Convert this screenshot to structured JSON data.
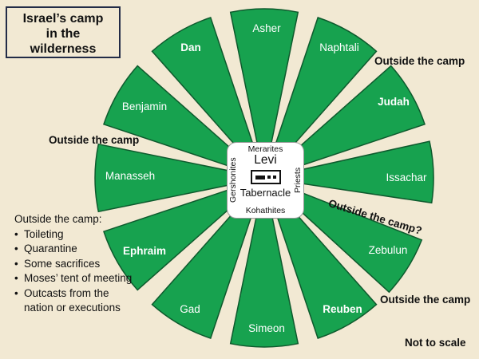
{
  "title": {
    "lines": [
      "Israel’s camp",
      "in the",
      "wilderness"
    ]
  },
  "tribes": [
    {
      "name": "Asher",
      "bold": false
    },
    {
      "name": "Naphtali",
      "bold": false
    },
    {
      "name": "Judah",
      "bold": true
    },
    {
      "name": "Issachar",
      "bold": false
    },
    {
      "name": "Zebulun",
      "bold": false
    },
    {
      "name": "Reuben",
      "bold": true
    },
    {
      "name": "Simeon",
      "bold": false
    },
    {
      "name": "Gad",
      "bold": false
    },
    {
      "name": "Ephraim",
      "bold": true
    },
    {
      "name": "Manasseh",
      "bold": false
    },
    {
      "name": "Benjamin",
      "bold": false
    },
    {
      "name": "Dan",
      "bold": true
    }
  ],
  "center": {
    "top": "Merarites",
    "main": "Levi",
    "icon": "tabernacle-icon",
    "below_icon": "Tabernacle",
    "bottom": "Kohathites",
    "left": "Gershonites",
    "right": "Priests"
  },
  "annotations": {
    "outside_top_right": "Outside the camp",
    "outside_left": "Outside the camp",
    "outside_diagonal": "Outside the camp?",
    "outside_bottom_right": "Outside the camp",
    "not_to_scale": "Not to scale"
  },
  "outside_list": {
    "heading": "Outside the camp:",
    "items": [
      "Toileting",
      "Quarantine",
      "Some sacrifices",
      "Moses’ tent of meeting",
      "Outcasts from the nation or executions"
    ]
  },
  "colors": {
    "background": "#F2E9D3",
    "wedge_fill": "#17A24F",
    "wedge_stroke": "#0E5A2D",
    "tribe_text": "#FFFFFF",
    "annotation_text": "#111111",
    "title_border": "#232C47",
    "center_box_bg": "#FFFFFF",
    "center_box_border": "#9A9A9A"
  }
}
